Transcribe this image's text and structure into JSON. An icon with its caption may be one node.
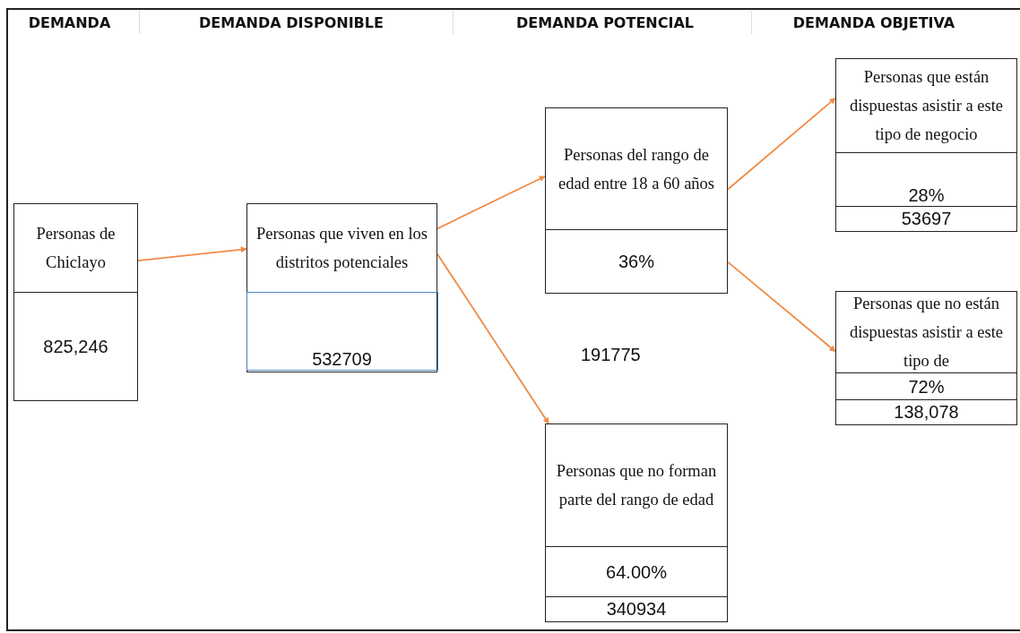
{
  "diagram": {
    "nodes": [
      {
        "text": [
          "Personas de Chiclayo",
          "825,246"
        ]
      },
      {
        "text": [
          "Personas que viven en los distritos potenciales",
          "532709"
        ]
      },
      {
        "text": [
          "Personas del rango de edad entre 18 a 60 años",
          "36%"
        ],
        "beside": [
          "191775"
        ]
      },
      {
        "text": [
          "Personas que no forman parte del rango de edad",
          "64.00%",
          "340934"
        ]
      },
      {
        "text": [
          "Personas que están dispuestas asistir a este tipo de negocio",
          "28%",
          "53697"
        ]
      },
      {
        "text": [
          "Personas que no están dispuestas asistir a este tipo de",
          "72%",
          "138,078"
        ]
      }
    ],
    "edges": [
      {
        "from": 0,
        "to": 1,
        "arrow": "to"
      },
      {
        "from": 1,
        "to": 2,
        "arrow": "to"
      },
      {
        "from": 1,
        "to": 3,
        "arrow": "to"
      },
      {
        "from": 2,
        "to": 4,
        "arrow": "to"
      },
      {
        "from": 2,
        "to": 5,
        "arrow": "to"
      }
    ],
    "labels": [
      "DEMANDA",
      "DEMANDA DISPONIBLE",
      "DEMANDA POTENCIAL",
      "DEMANDA OBJETIVA"
    ]
  }
}
